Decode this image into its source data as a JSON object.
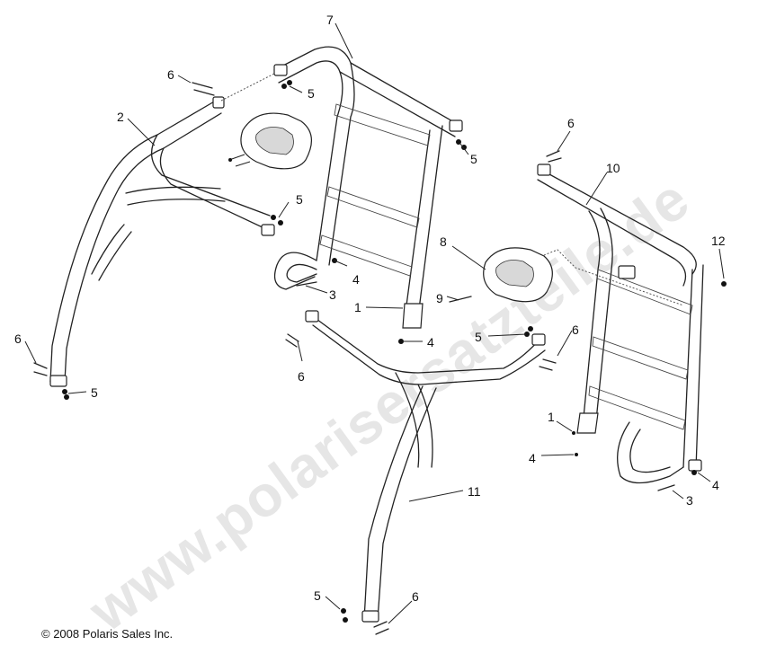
{
  "watermark": "www.polarisersatzteile.de",
  "copyright": "© 2008 Polaris Sales Inc.",
  "callouts": {
    "c1a": "1",
    "c1b": "1",
    "c2": "2",
    "c3a": "3",
    "c3b": "3",
    "c4a": "4",
    "c4b": "4",
    "c4c": "4",
    "c4d": "4",
    "c5a": "5",
    "c5b": "5",
    "c5c": "5",
    "c5d": "5",
    "c5e": "5",
    "c5f": "5",
    "c6a": "6",
    "c6b": "6",
    "c6c": "6",
    "c6d": "6",
    "c6e": "6",
    "c6f": "6",
    "c7": "7",
    "c8": "8",
    "c9": "9",
    "c10": "10",
    "c11": "11",
    "c12": "12"
  },
  "colors": {
    "line": "#222222",
    "watermark": "#e6e6e6",
    "background": "#ffffff"
  }
}
